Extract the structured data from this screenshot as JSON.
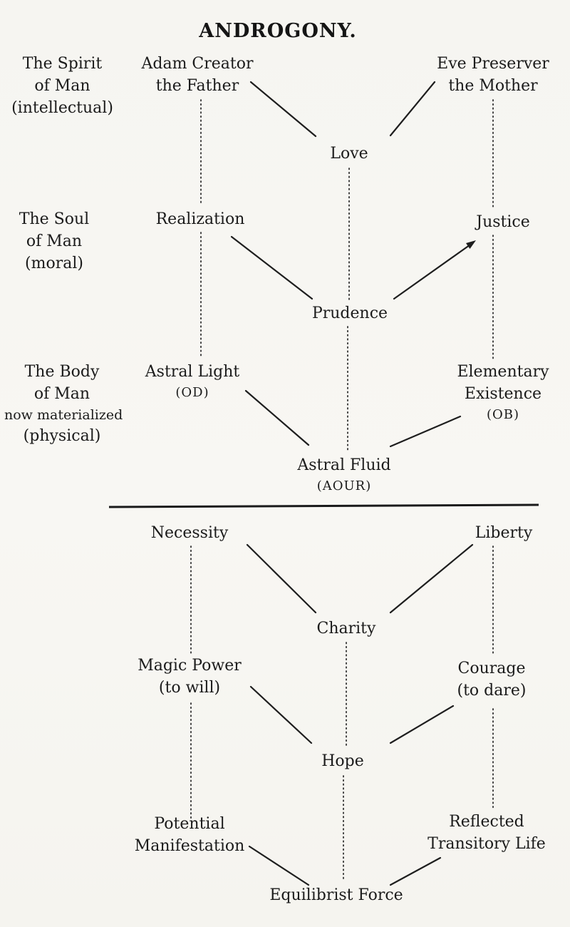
{
  "title": "ANDROGONY.",
  "colors": {
    "paper": "#f6f5f1",
    "ink": "#1b1b1b"
  },
  "upper": {
    "spirit_label": {
      "l1": "The Spirit",
      "l2": "of Man",
      "l3": "(intellectual)"
    },
    "soul_label": {
      "l1": "The Soul",
      "l2": "of Man",
      "l3": "(moral)"
    },
    "body_label": {
      "l1": "The Body",
      "l2": "of Man",
      "l3": "now materialized",
      "l4": "(physical)"
    },
    "adam": {
      "l1": "Adam Creator",
      "l2": "the Father"
    },
    "eve": {
      "l1": "Eve Preserver",
      "l2": "the Mother"
    },
    "love": "Love",
    "realization": "Realization",
    "justice": "Justice",
    "prudence": "Prudence",
    "astral_light": {
      "l1": "Astral Light",
      "l2": "(OD)"
    },
    "elementary_existence": {
      "l1": "Elementary",
      "l2": "Existence",
      "l3": "(OB)"
    },
    "astral_fluid": {
      "l1": "Astral Fluid",
      "l2": "(AOUR)"
    }
  },
  "lower": {
    "necessity": "Necessity",
    "liberty": "Liberty",
    "charity": "Charity",
    "magic_power": {
      "l1": "Magic Power",
      "l2": "(to will)"
    },
    "courage": {
      "l1": "Courage",
      "l2": "(to dare)"
    },
    "hope": "Hope",
    "potential_manifestation": {
      "l1": "Potential",
      "l2": "Manifestation"
    },
    "reflected_transitory_life": {
      "l1": "Reflected",
      "l2": "Transitory Life"
    },
    "equilibrist_force": "Equilibrist Force"
  }
}
